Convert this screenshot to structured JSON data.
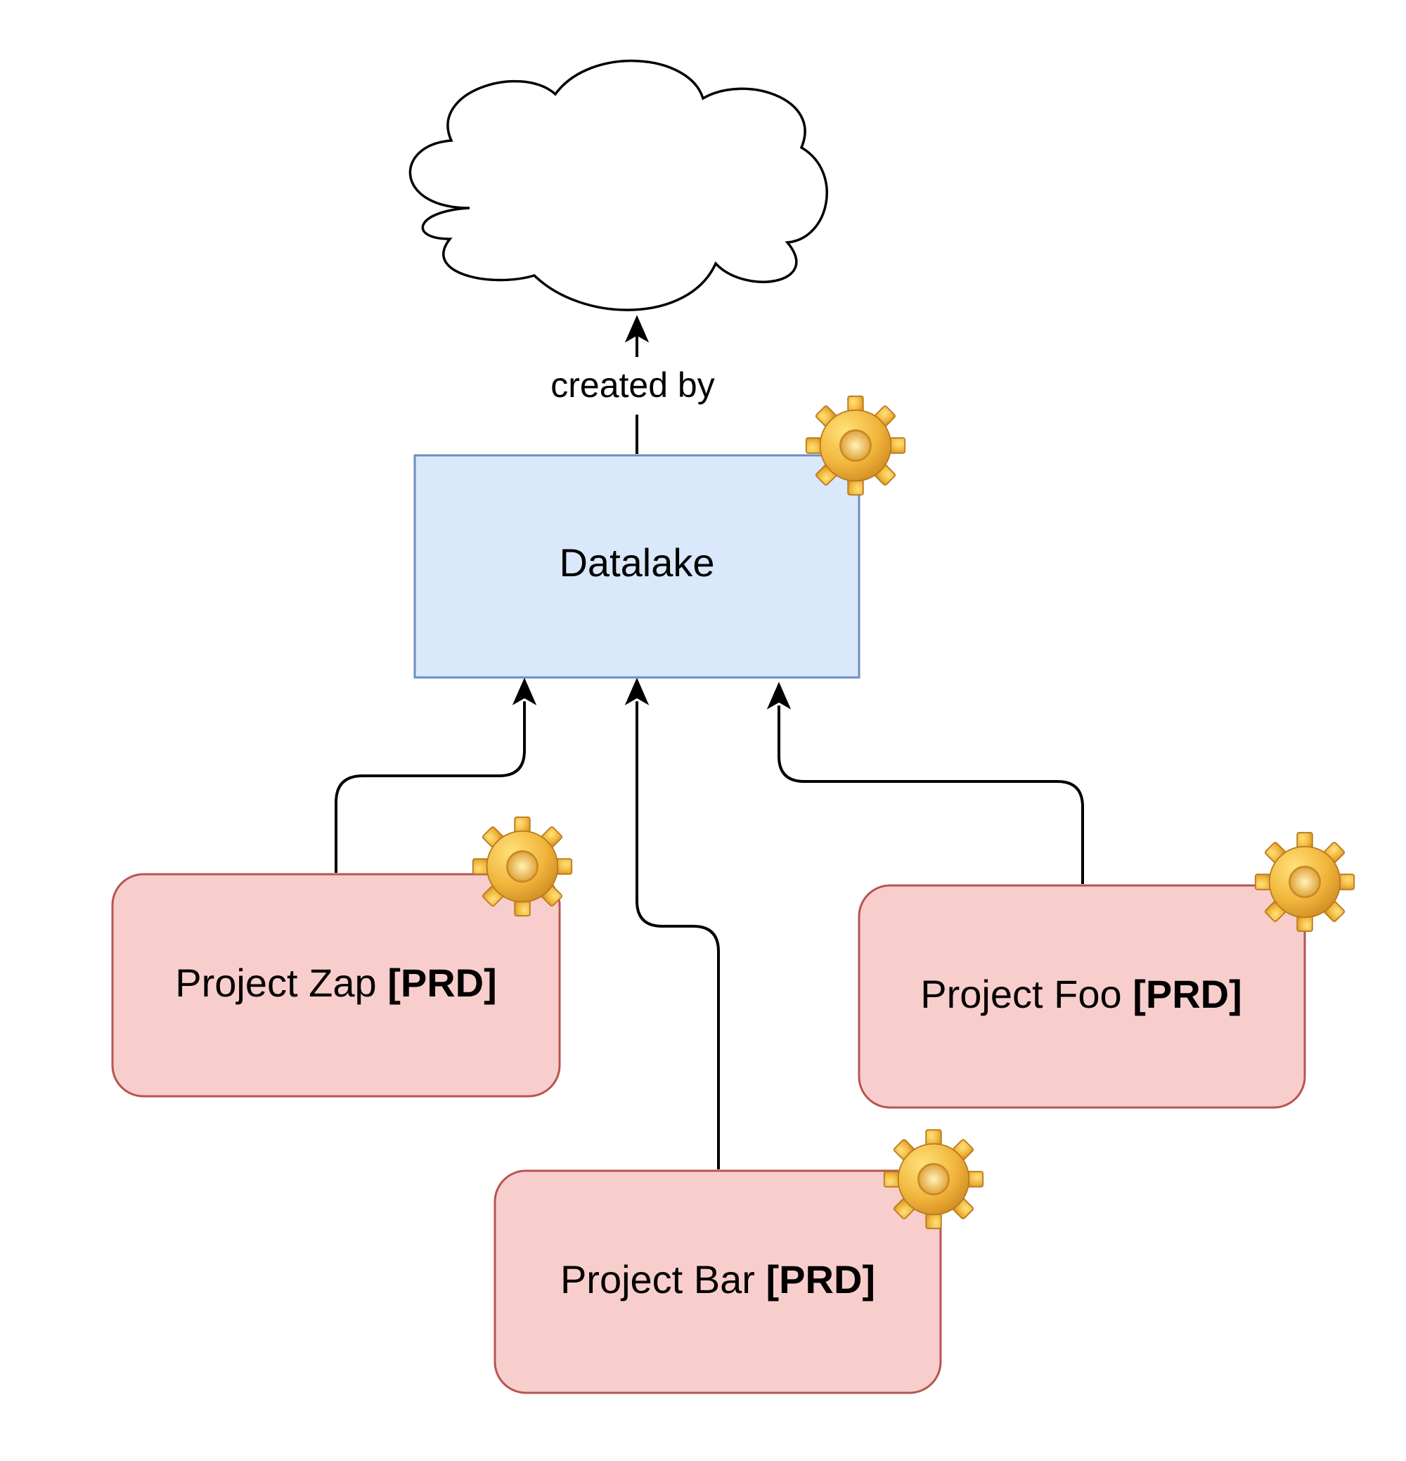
{
  "nodes": {
    "cloud": {
      "label": ""
    },
    "datalake": {
      "label": "Datalake",
      "fill": "#dae8fc",
      "stroke": "#6c8ebf"
    },
    "project_zap": {
      "name": "Project Zap ",
      "tag": "[PRD]",
      "fill": "#f8cecc",
      "stroke": "#b85450"
    },
    "project_bar": {
      "name": "Project Bar ",
      "tag": "[PRD]",
      "fill": "#f8cecc",
      "stroke": "#b85450"
    },
    "project_foo": {
      "name": "Project Foo ",
      "tag": "[PRD]",
      "fill": "#f8cecc",
      "stroke": "#b85450"
    }
  },
  "edges": {
    "datalake_to_cloud": {
      "label": "created by"
    }
  },
  "icons": {
    "node_badge": "gear-icon",
    "gear_light": "#ffe27a",
    "gear_dark": "#d9951e"
  }
}
